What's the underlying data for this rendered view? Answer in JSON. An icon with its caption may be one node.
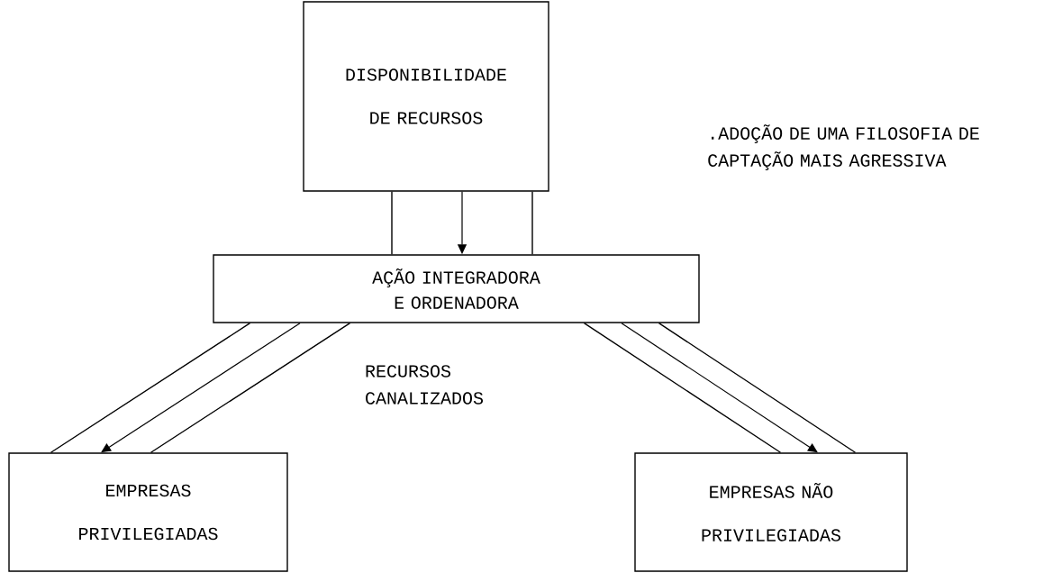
{
  "diagram": {
    "nodes": [
      {
        "text": [
          "DISPONIBILIDADE DE RECURSOS"
        ]
      },
      {
        "text": [
          "AÇÃO INTEGRADORA E ORDENADORA"
        ]
      },
      {
        "text": [
          "EMPRESAS PRIVILEGIADAS"
        ]
      },
      {
        "text": [
          "EMPRESAS NÃO PRIVILEGIADAS"
        ]
      }
    ],
    "edges": [
      {
        "from": 0,
        "to": 1,
        "arrow": "to"
      },
      {
        "from": 1,
        "to": 2,
        "arrow": "to"
      },
      {
        "from": 1,
        "to": 3,
        "arrow": "to"
      }
    ],
    "labels": [
      ".ADOÇÃO DE UMA FILOSOFIA DE CAPTAÇÃO MAIS AGRESSIVA",
      "RECURSOS CANALIZADOS"
    ]
  }
}
